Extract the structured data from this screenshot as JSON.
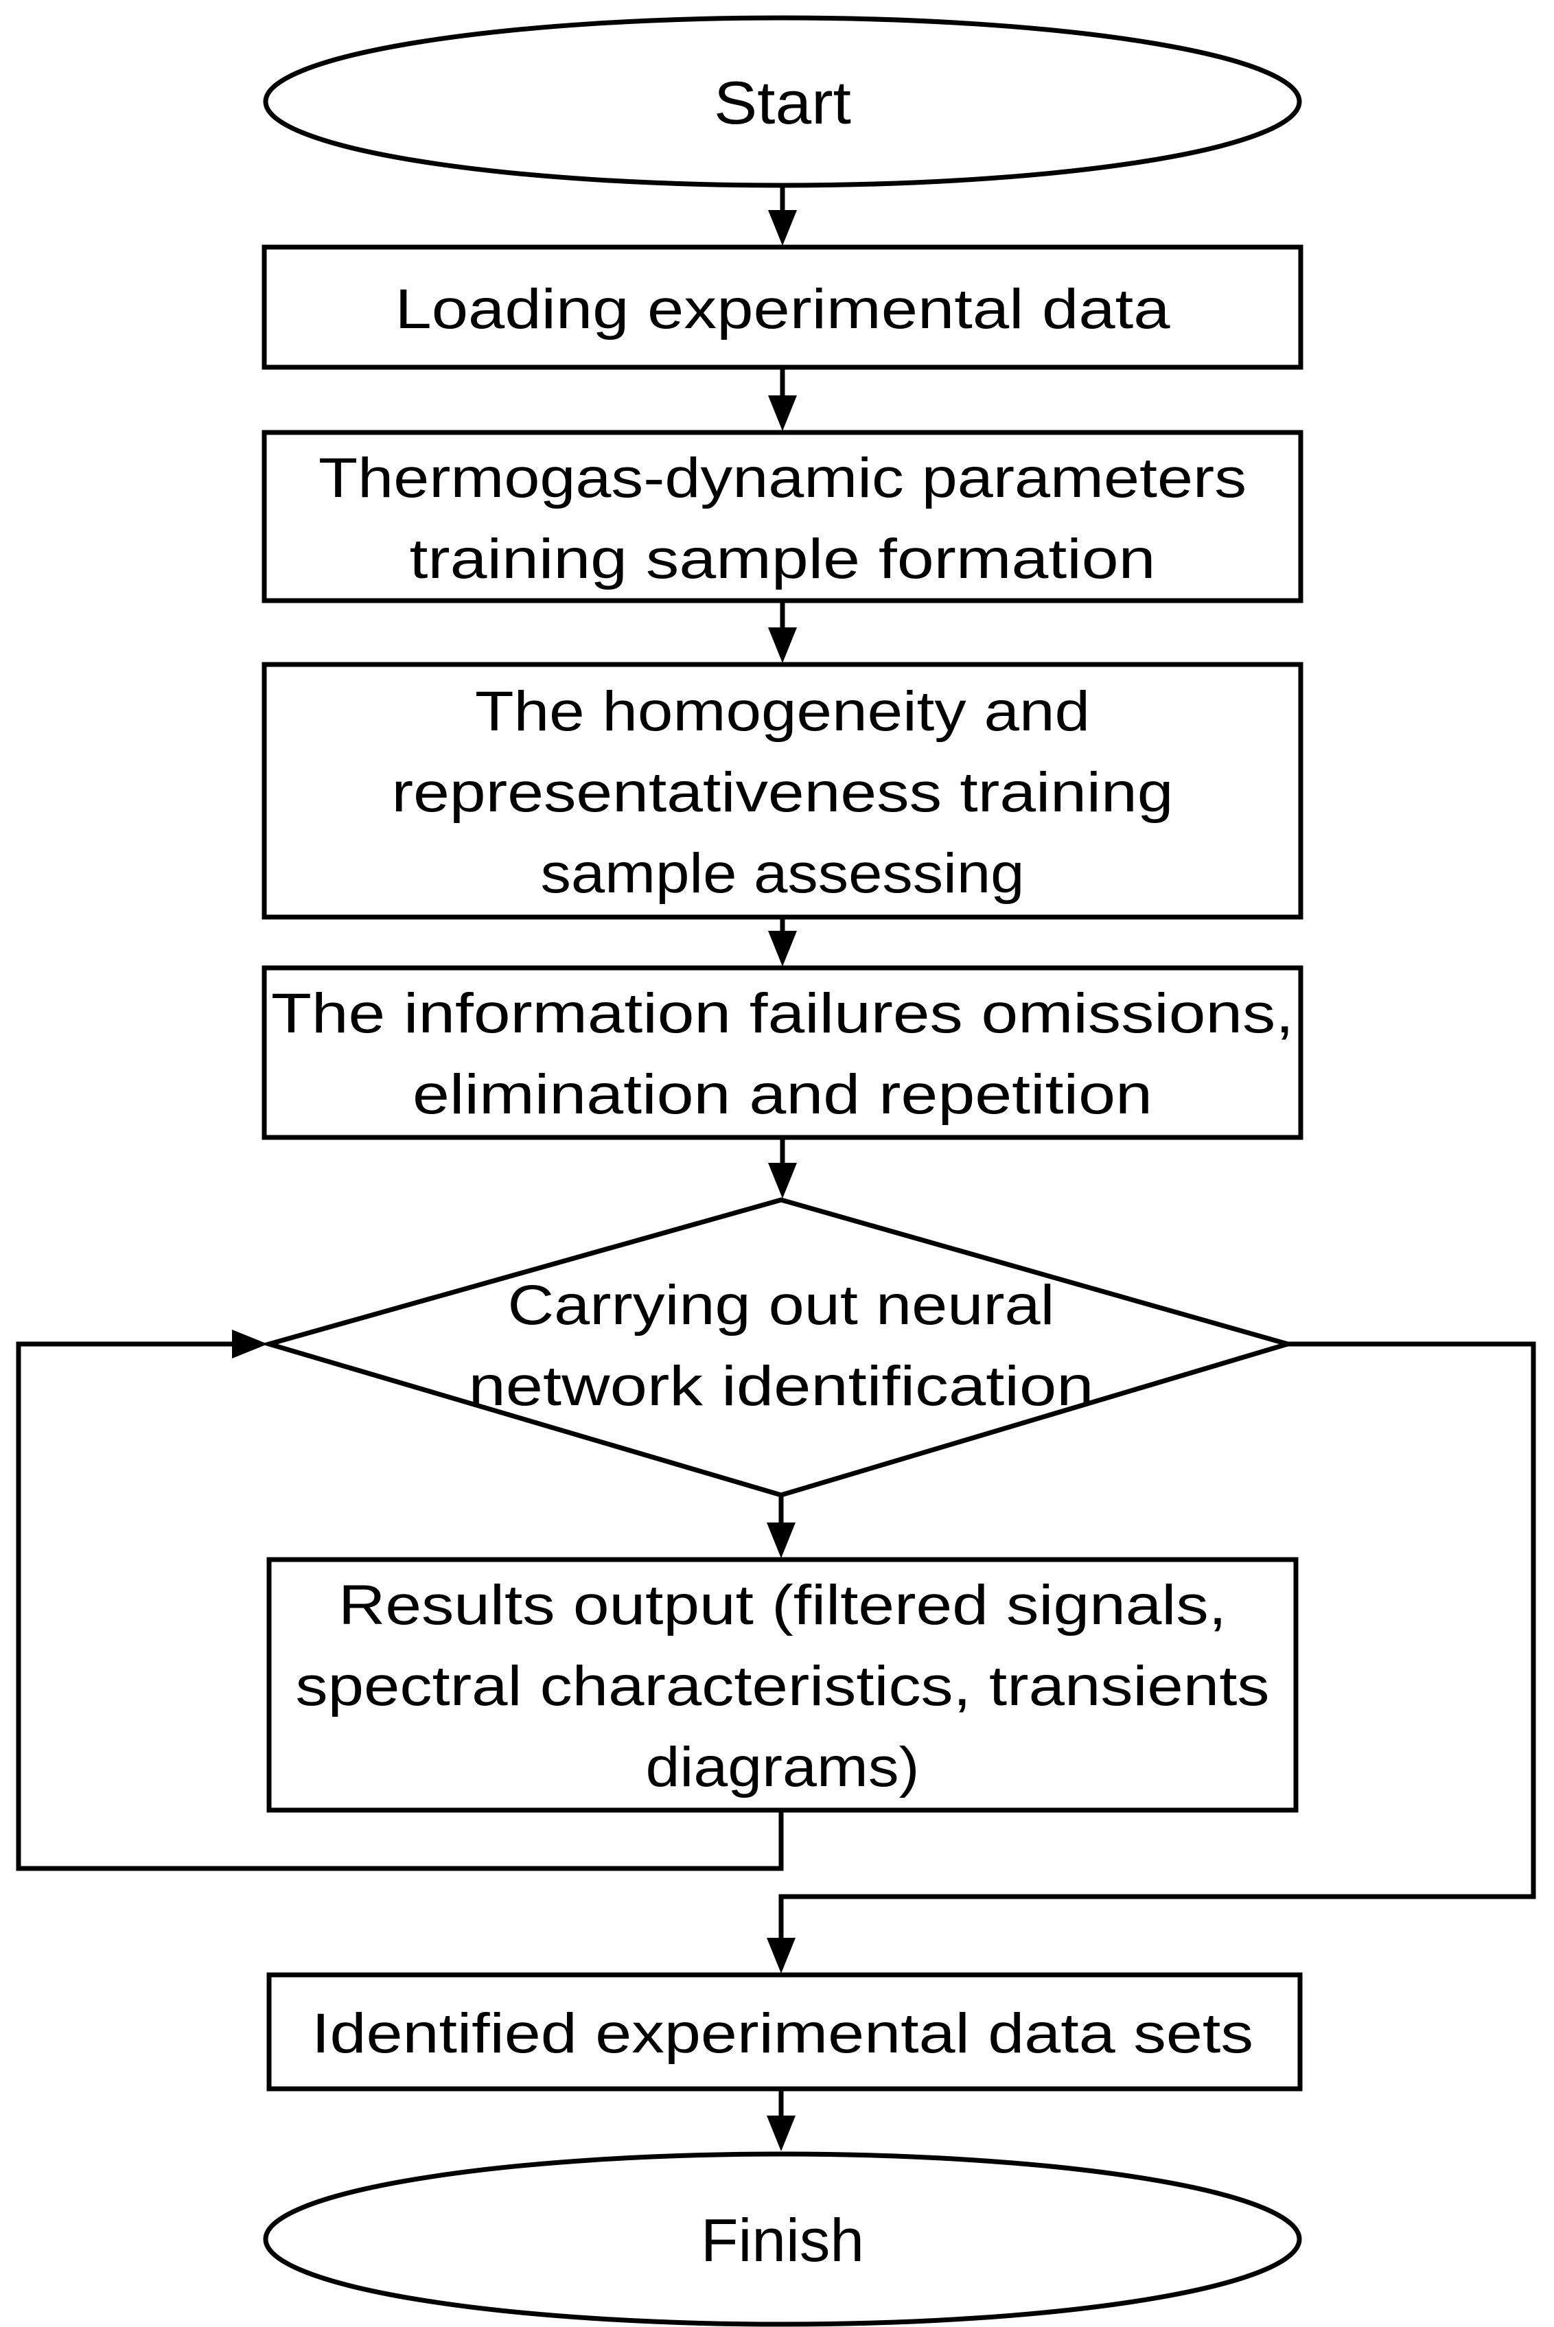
{
  "diagram": {
    "type": "flowchart",
    "background_color": "#ffffff",
    "stroke_color": "#000000",
    "text_color": "#000000",
    "nodes": {
      "start": {
        "shape": "terminator",
        "label": "Start"
      },
      "loading": {
        "shape": "process",
        "lines": [
          "Loading experimental data"
        ]
      },
      "thermogas": {
        "shape": "process",
        "lines": [
          "Thermogas-dynamic parameters",
          "training sample formation"
        ]
      },
      "homogeneity": {
        "shape": "process",
        "lines": [
          "The homogeneity and",
          "representativeness training",
          "sample assessing"
        ]
      },
      "information": {
        "shape": "process",
        "lines": [
          "The information failures omissions,",
          "elimination and repetition"
        ]
      },
      "identification": {
        "shape": "decision",
        "lines": [
          "Carrying out neural",
          "network identification"
        ]
      },
      "results": {
        "shape": "process",
        "lines": [
          "Results output (filtered signals,",
          "spectral characteristics, transients",
          "diagrams)"
        ]
      },
      "identified": {
        "shape": "process",
        "lines": [
          "Identified experimental data sets"
        ]
      },
      "finish": {
        "shape": "terminator",
        "label": "Finish"
      }
    },
    "edges": [
      {
        "from": "start",
        "to": "loading",
        "kind": "straight"
      },
      {
        "from": "loading",
        "to": "thermogas",
        "kind": "straight"
      },
      {
        "from": "thermogas",
        "to": "homogeneity",
        "kind": "straight"
      },
      {
        "from": "homogeneity",
        "to": "information",
        "kind": "straight"
      },
      {
        "from": "information",
        "to": "identification",
        "kind": "straight"
      },
      {
        "from": "identification",
        "to": "results",
        "kind": "straight"
      },
      {
        "from": "results",
        "to": "identification",
        "kind": "feedback-left-loop"
      },
      {
        "from": "identification",
        "to": "identified",
        "kind": "right-branch"
      },
      {
        "from": "identified",
        "to": "finish",
        "kind": "straight"
      }
    ]
  }
}
